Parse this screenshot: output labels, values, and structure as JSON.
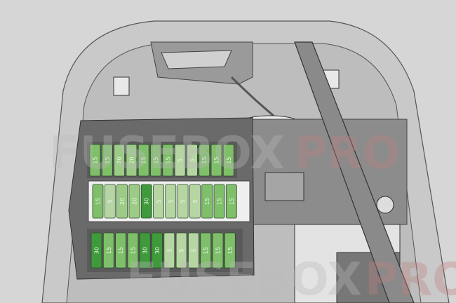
{
  "fuse_rows": [
    [
      "15",
      "15",
      "20",
      "20",
      "15",
      "15",
      "15",
      "5",
      "5",
      "15",
      "15",
      "15"
    ],
    [
      "15",
      "5",
      "20",
      "20",
      "30",
      "5",
      "5",
      "5",
      "5",
      "15",
      "15",
      "15"
    ],
    [
      "30",
      "15",
      "15",
      "15",
      "30",
      "30",
      "5",
      "5",
      "5",
      "15",
      "15",
      "15"
    ]
  ],
  "fuse_colors": {
    "5": "#b5d6a2",
    "15": "#7fbf6a",
    "20": "#9ccb86",
    "30": "#3f9a3b"
  },
  "watermark": {
    "left": "FUSEBOX",
    "right": "PRO"
  },
  "colors": {
    "background": "#d9d9d9",
    "panel": "#c4c4c4",
    "fuse_box": "#6e6e6e",
    "watermark_red": "#c08080"
  }
}
